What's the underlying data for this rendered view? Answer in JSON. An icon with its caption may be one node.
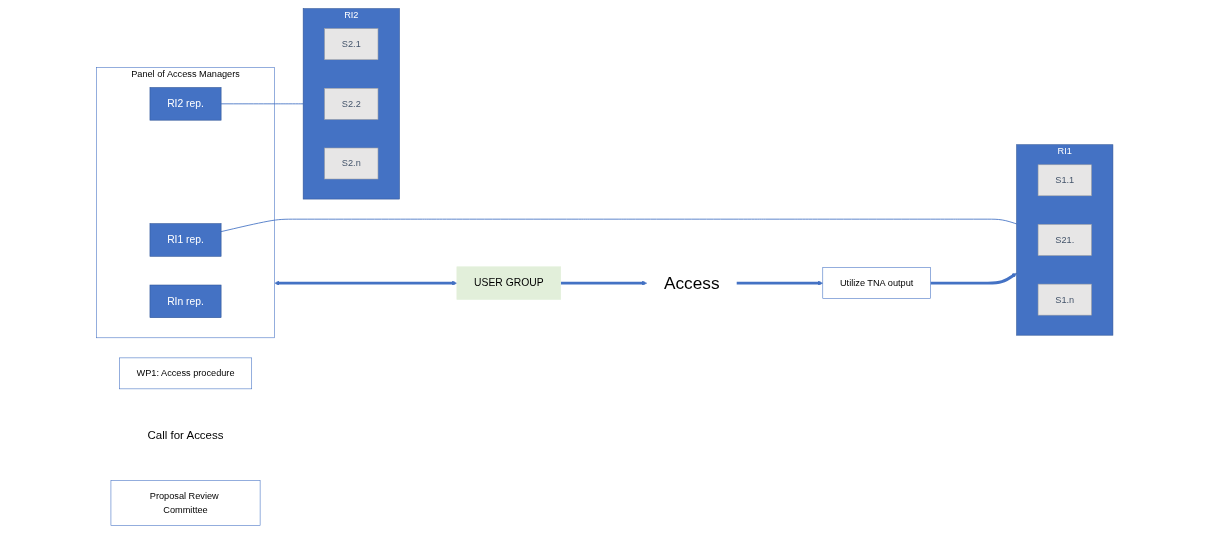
{
  "diagram": {
    "nodes": [
      {
        "text": [
          "WP1: Access procedure"
        ]
      },
      {
        "text": [
          "Call for Access"
        ]
      },
      {
        "text": [
          "Proposal Review Committee"
        ]
      },
      {
        "text": [
          "Panel of Access Managers"
        ]
      },
      {
        "text": [
          "RI1 rep."
        ],
        "in": 3
      },
      {
        "text": [
          "RI2 rep."
        ],
        "in": 3
      },
      {
        "text": [
          "RIn rep."
        ],
        "in": 3
      },
      {
        "text": [
          "RI1"
        ]
      },
      {
        "text": [
          "S1.1"
        ],
        "in": 7
      },
      {
        "text": [
          "S21."
        ],
        "in": 7
      },
      {
        "text": [
          "S1.n"
        ],
        "in": 7
      },
      {
        "text": [
          "RI2"
        ]
      },
      {
        "text": [
          "S2.1"
        ],
        "in": 11
      },
      {
        "text": [
          "S2.2"
        ],
        "in": 11
      },
      {
        "text": [
          "S2.n"
        ],
        "in": 11
      },
      {
        "text": [
          "USER GROUP"
        ]
      },
      {
        "text": [
          "Access"
        ]
      },
      {
        "text": [
          "Utilize TNA output"
        ]
      }
    ],
    "edges": [
      {
        "from": 4,
        "to": 7,
        "arrow": "none"
      },
      {
        "from": 5,
        "to": 11,
        "arrow": "none"
      },
      {
        "from": 3,
        "to": 15,
        "arrow": "both"
      },
      {
        "from": 15,
        "to": 16,
        "arrow": "to"
      },
      {
        "from": 16,
        "to": 17,
        "arrow": "to"
      },
      {
        "from": 17,
        "to": 7,
        "arrow": "to"
      }
    ]
  }
}
